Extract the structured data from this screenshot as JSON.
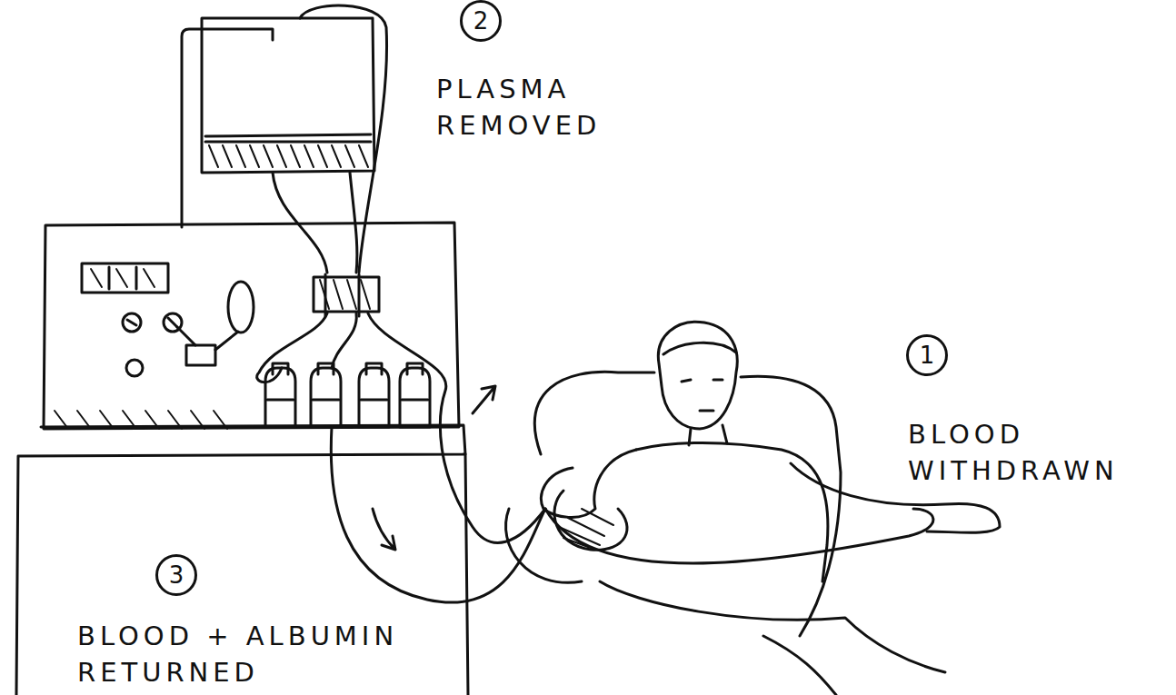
{
  "diagram": {
    "nodes": [
      {
        "text": [
          "2",
          "PLASMA REMOVED"
        ]
      },
      {
        "text": [
          "1",
          "BLOOD WITHDRAWN"
        ]
      },
      {
        "text": [
          "3",
          "BLOOD + ALBUMIN RETURNED"
        ]
      }
    ]
  }
}
